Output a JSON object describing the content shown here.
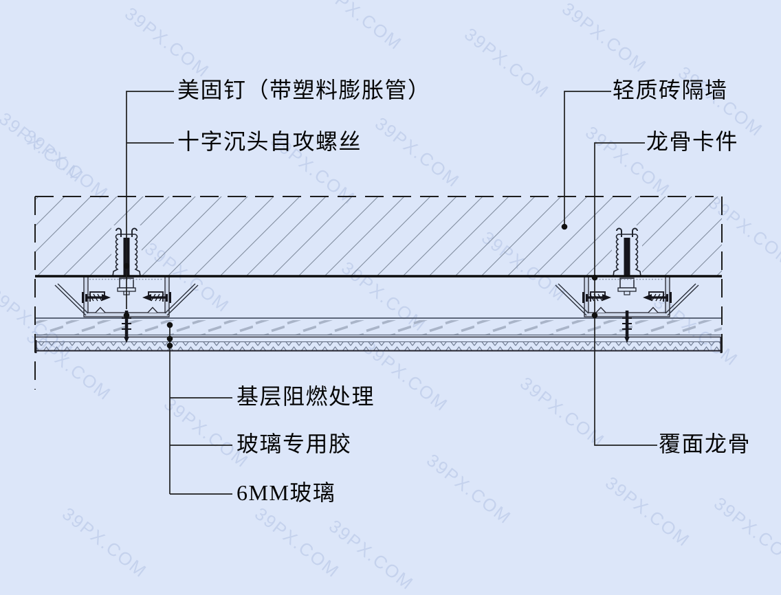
{
  "page": {
    "background": "#dce6f9",
    "line_color": "#1f1f1f",
    "hatch_color": "#808c9f",
    "board_hatch_color": "#a9b4c8",
    "zigzag_color": "#727e94"
  },
  "watermark": {
    "text": "39PX.COM",
    "color": "#b7c7e6"
  },
  "drawing": {
    "type": "wall-glass-finish-section-detail",
    "callouts": {
      "anchor_nail": "美固钉（带塑料膨胀管）",
      "tapping_screw": "十字沉头自攻螺丝",
      "brick_partition": "轻质砖隔墙",
      "keel_clip": "龙骨卡件",
      "base_fire_treatment": "基层阻燃处理",
      "glass_adhesive": "玻璃专用胶",
      "glass_6mm": "6MM玻璃",
      "facing_keel": "覆面龙骨"
    }
  }
}
